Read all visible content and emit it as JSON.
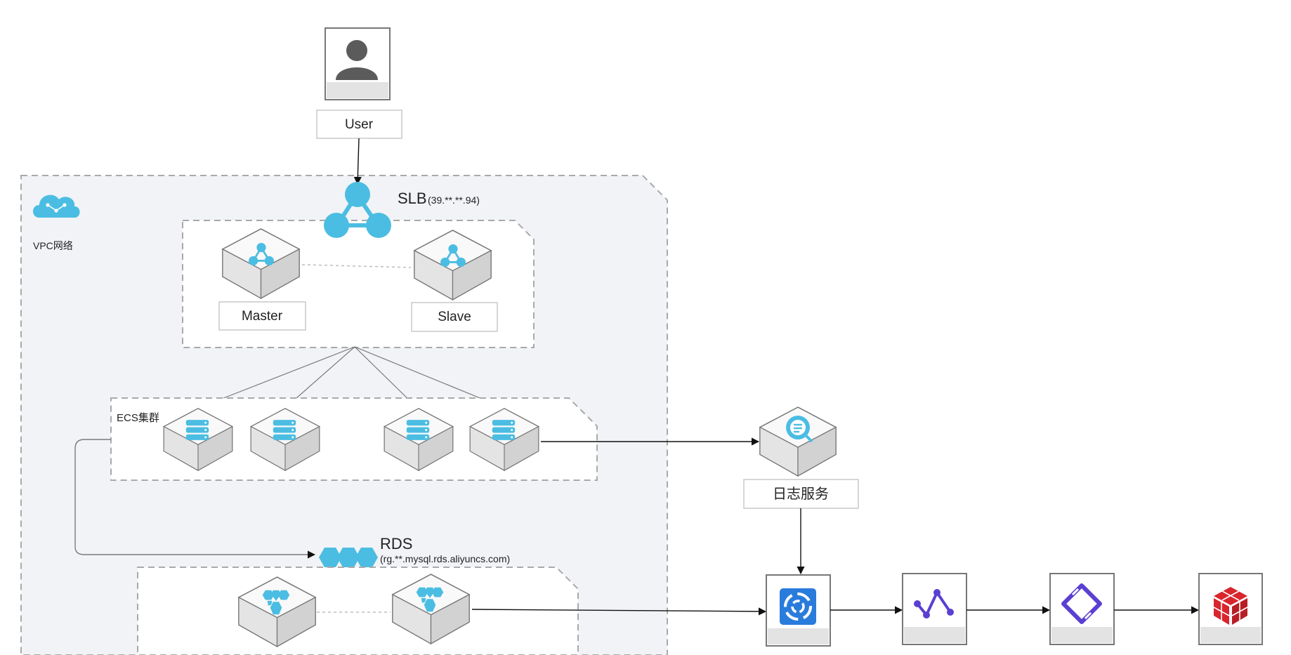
{
  "nodes": {
    "user_label": "User",
    "slb_name": "SLB",
    "slb_ip": "(39.**.**.94)",
    "vpc_label": "VPC网络",
    "master_label": "Master",
    "slave_label": "Slave",
    "ecs_cluster_label": "ECS集群",
    "log_service_label": "日志服务",
    "rds_name": "RDS",
    "rds_host": "(rg.**.mysql.rds.aliyuncs.com)"
  },
  "colors": {
    "aliyun_blue": "#4bbde2",
    "purple": "#5b3fd1",
    "red": "#d9252c",
    "dark_blue": "#2a7cdc",
    "vpc_bg": "#f1f3f7",
    "dash": "#a9a9a9"
  },
  "icons": [
    "user-icon",
    "cloud-icon",
    "slb-icon",
    "load-balancer-node-icon",
    "server-icon",
    "log-search-icon",
    "rds-icon",
    "swirl-icon",
    "graph-line-icon",
    "diamond-chain-icon",
    "cube-icon"
  ]
}
